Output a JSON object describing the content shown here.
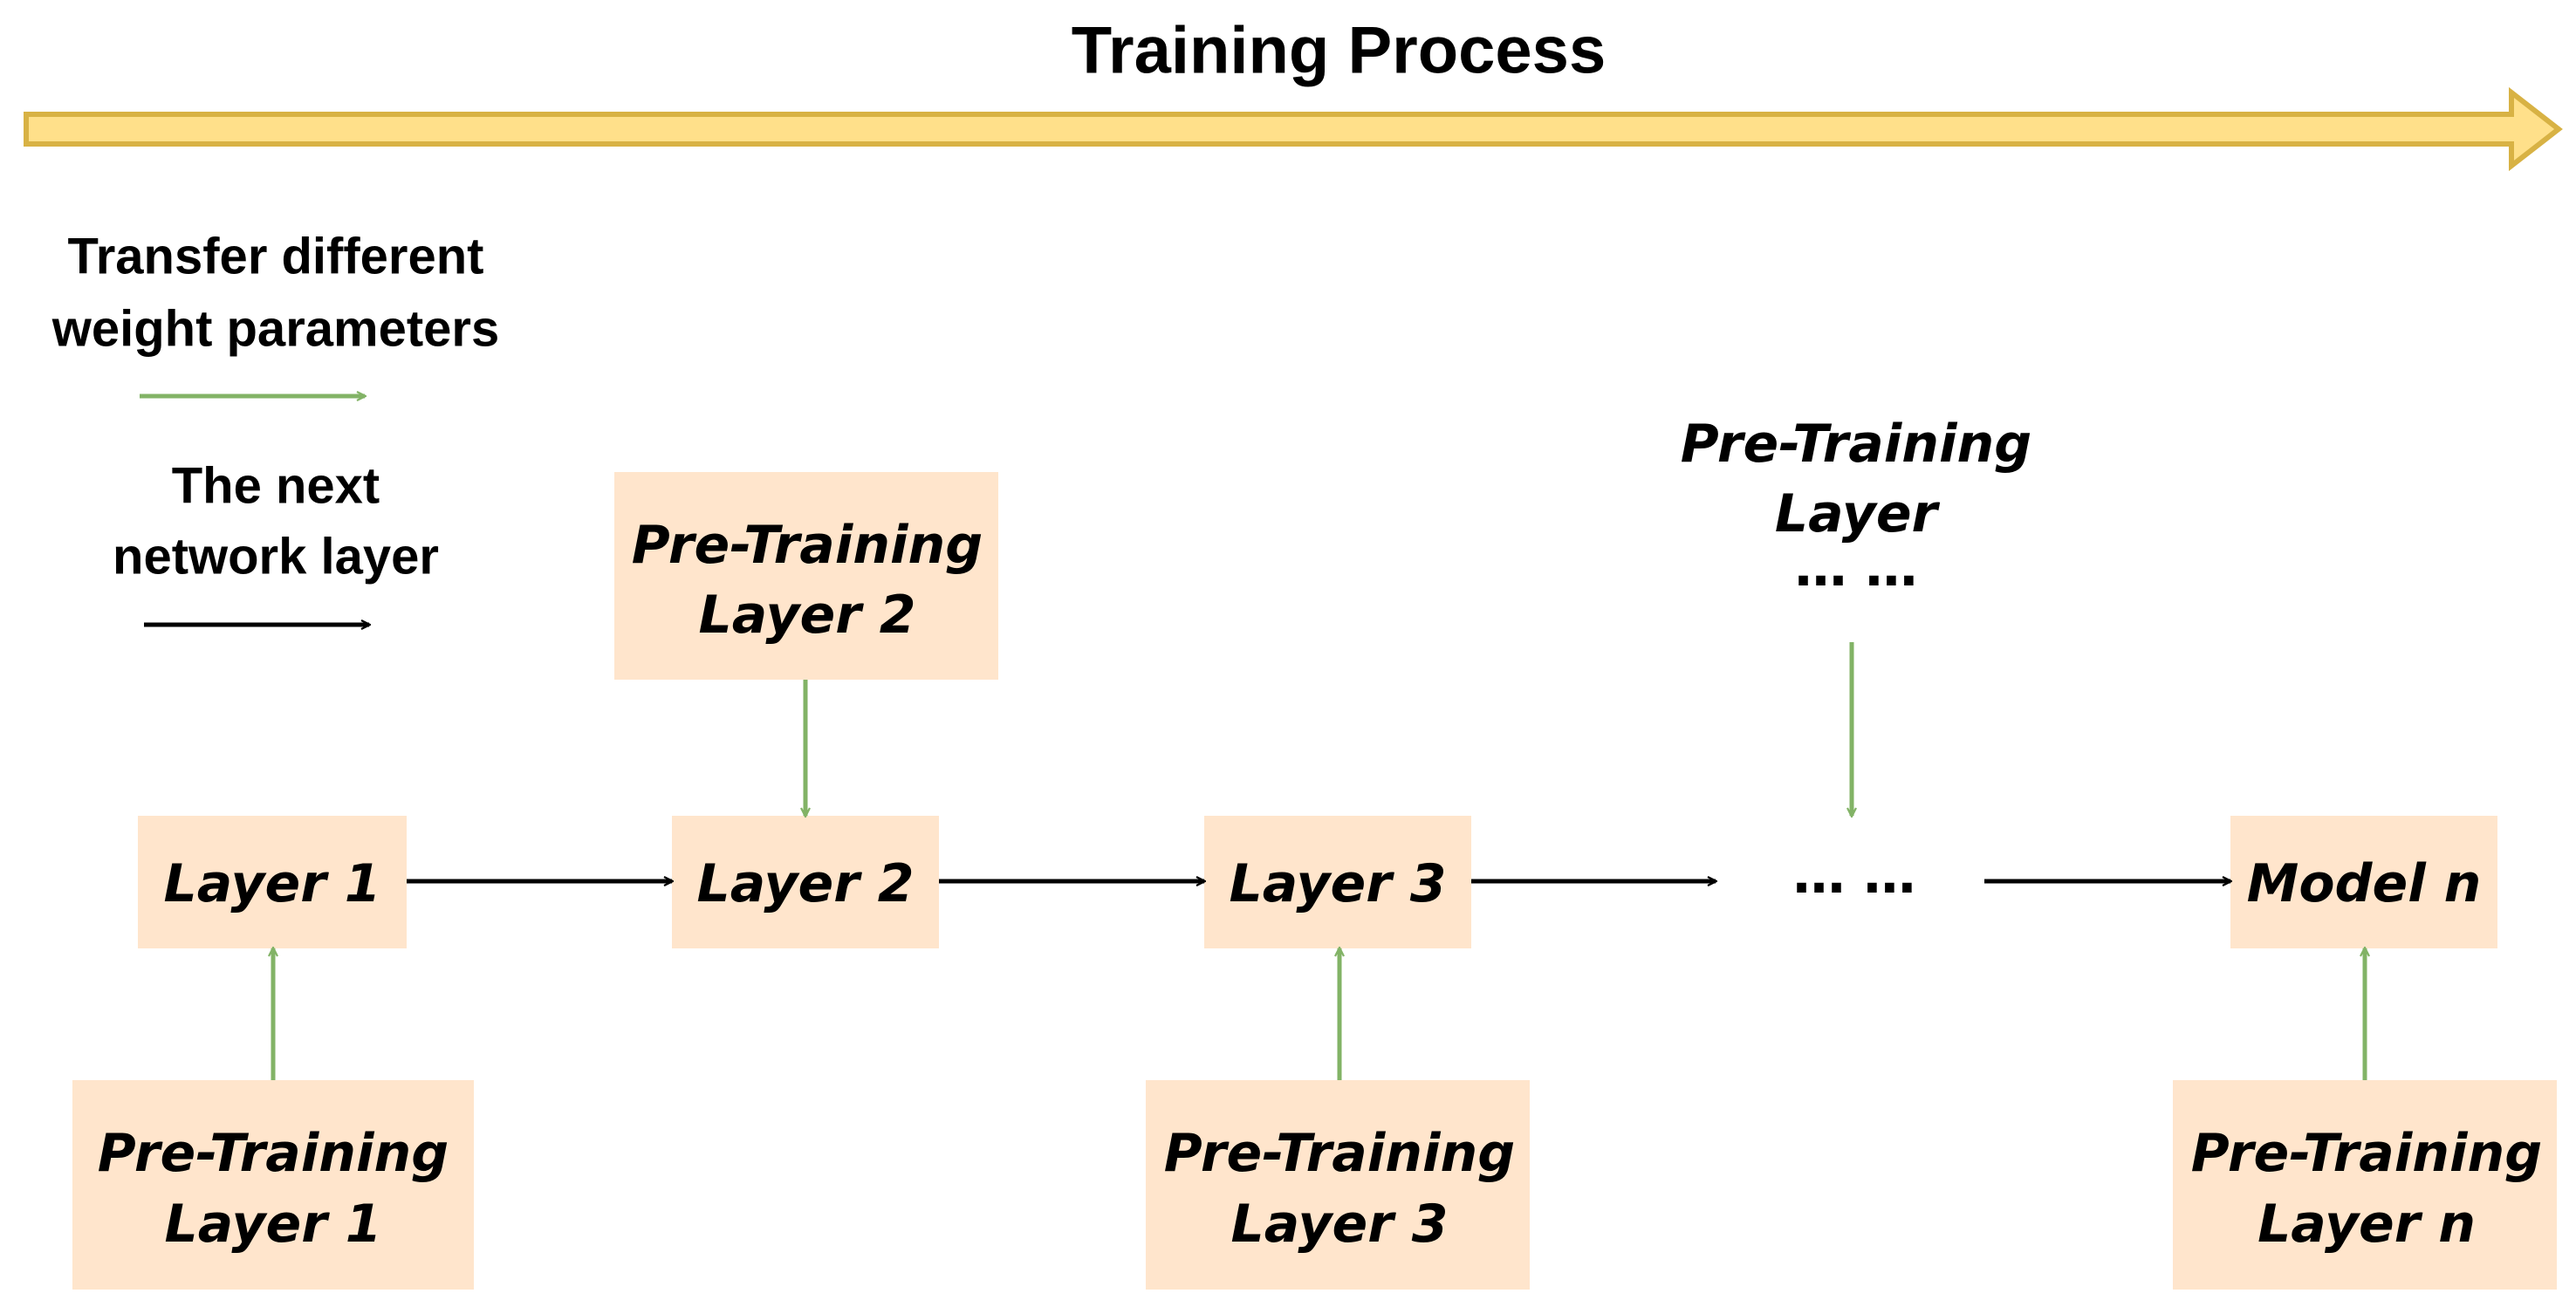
{
  "title": "Training Process",
  "legend": {
    "green_line1": "Transfer different",
    "green_line2": "weight parameters",
    "black_line1": "The next",
    "black_line2": "network layer"
  },
  "colors": {
    "timeline_fill": "#ffe08a",
    "timeline_stroke": "#d8b244",
    "box_fill": "#ffe5cc",
    "transfer_arrow": "#82b366",
    "next_arrow": "#000000"
  },
  "main_nodes": [
    {
      "label": "Layer 1"
    },
    {
      "label": "Layer 2"
    },
    {
      "label": "Layer 3"
    },
    {
      "label": "… …"
    },
    {
      "label": "Model n"
    }
  ],
  "pretrain_nodes": [
    {
      "line1": "Pre-Training",
      "line2": "Layer 1"
    },
    {
      "line1": "Pre-Training",
      "line2": "Layer 2"
    },
    {
      "line1": "Pre-Training",
      "line2": "Layer 3"
    },
    {
      "line1": "Pre-Training",
      "line2": "Layer",
      "line3": "… …"
    },
    {
      "line1": "Pre-Training",
      "line2": "Layer n"
    }
  ]
}
